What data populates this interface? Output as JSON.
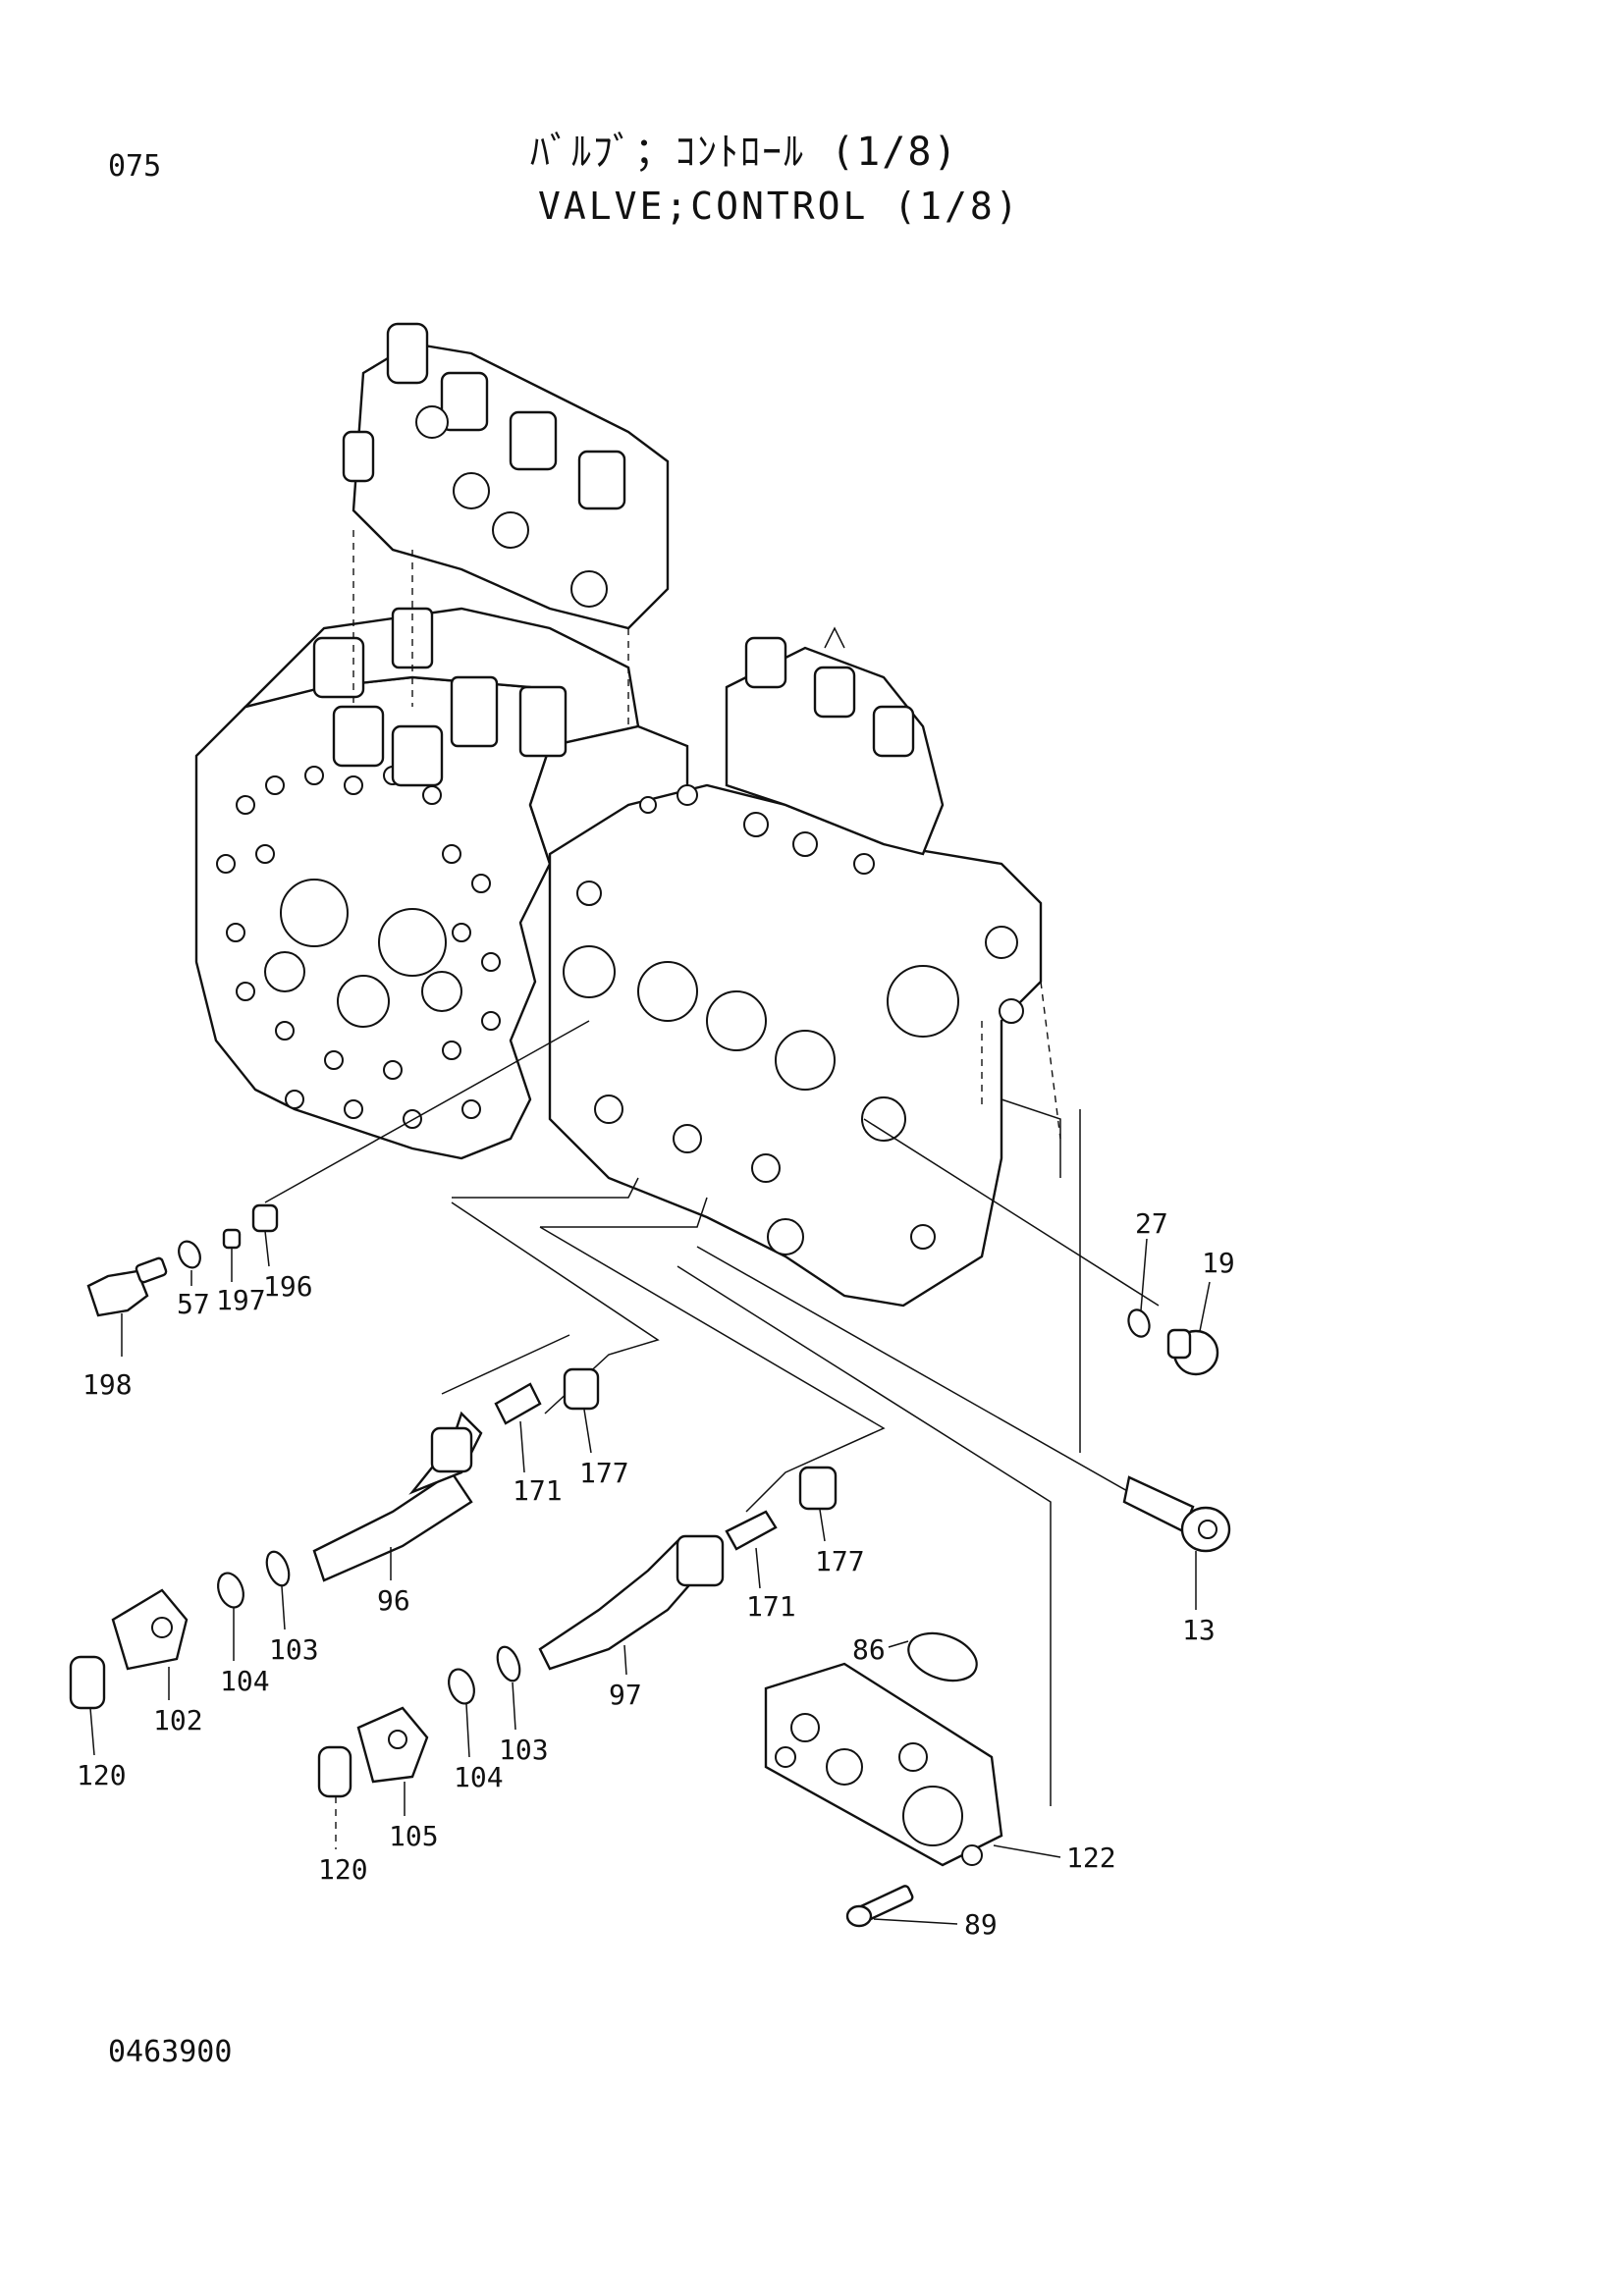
{
  "page_number": "075",
  "title_jp": "ﾊﾞﾙﾌﾞ；ｺﾝﾄﾛｰﾙ (1/8)",
  "title_en": "VALVE;CONTROL (1/8)",
  "drawing_code": "0463900",
  "callouts": [
    "27",
    "19",
    "198",
    "57",
    "197",
    "196",
    "177",
    "171",
    "96",
    "177",
    "171",
    "13",
    "86",
    "102",
    "104",
    "103",
    "97",
    "120",
    "105",
    "104",
    "103",
    "120",
    "122",
    "89"
  ]
}
